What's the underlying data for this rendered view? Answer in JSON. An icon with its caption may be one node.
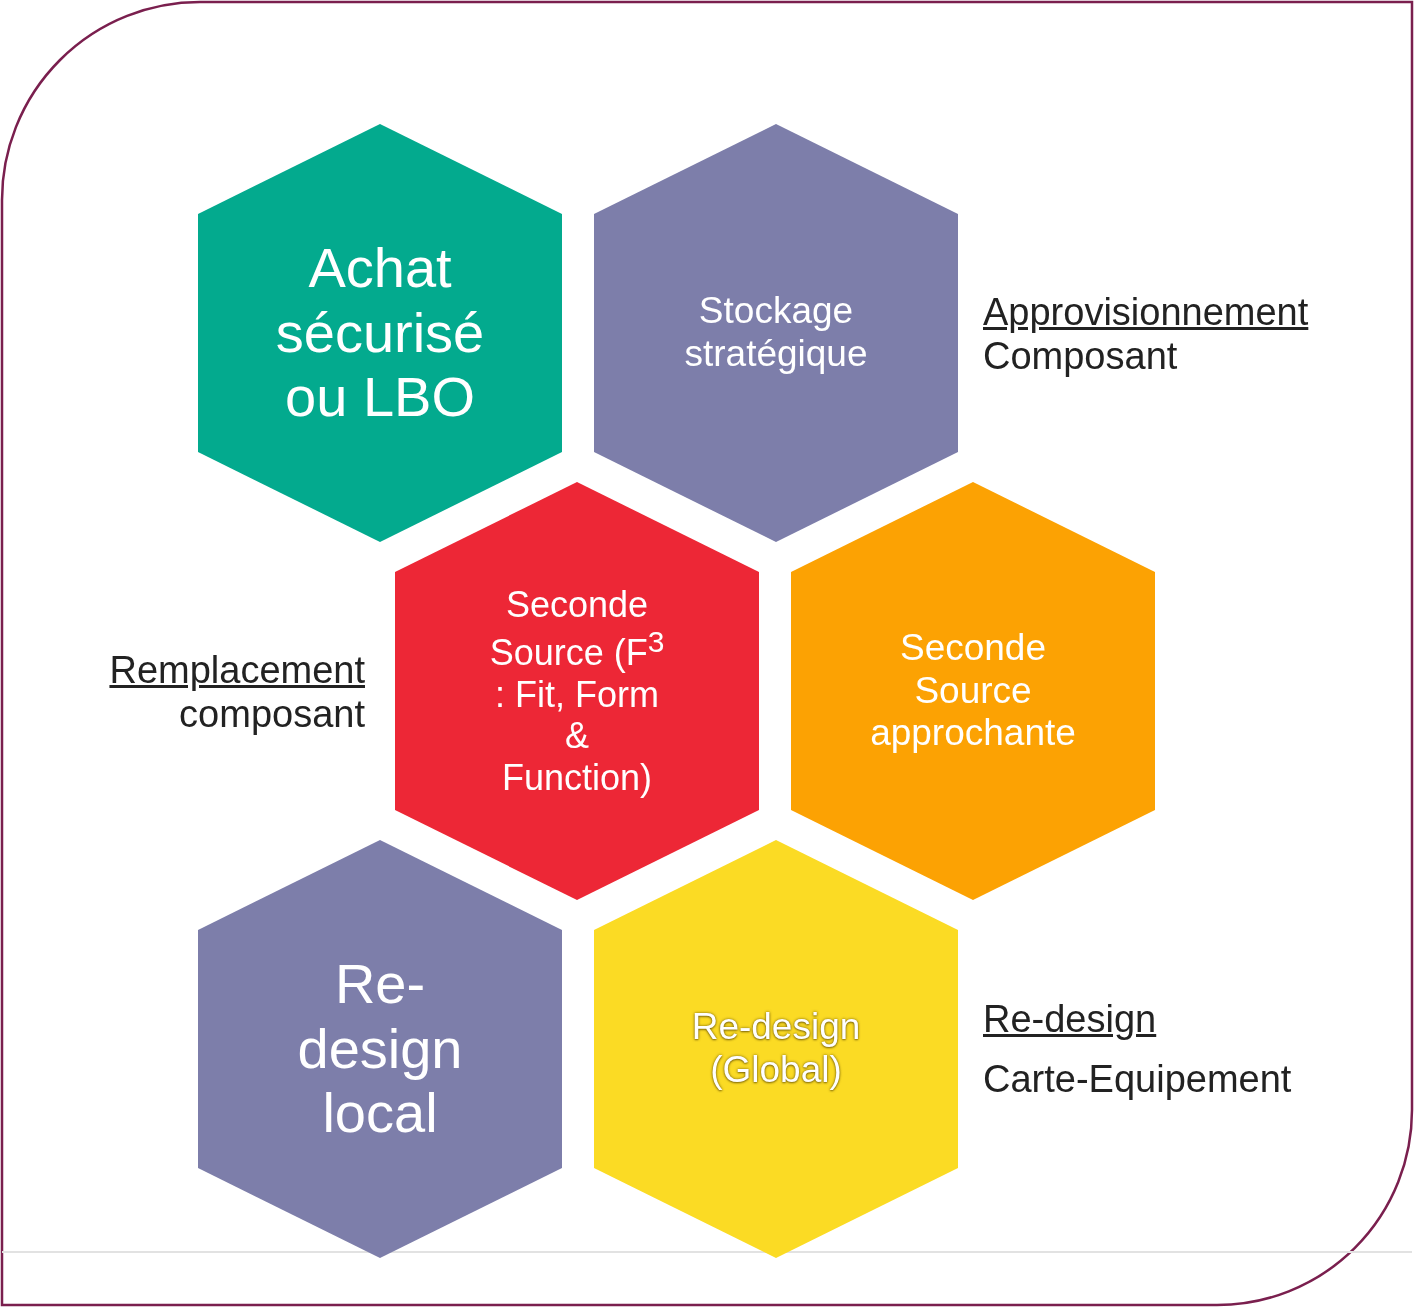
{
  "diagram": {
    "nodes": [
      {
        "text": [
          "Achat sécurisé ou LBO"
        ]
      },
      {
        "text": [
          "Stockage stratégique"
        ]
      },
      {
        "text": [
          "Seconde Source (F$^{3}$ : Fit, Form & Function)"
        ]
      },
      {
        "text": [
          "Seconde Source approchante"
        ]
      },
      {
        "text": [
          "Re-design local"
        ]
      },
      {
        "text": [
          "Re-design (Global)"
        ]
      }
    ],
    "edges": [],
    "labels": [
      "Approvisionnement",
      "Composant",
      "Remplacement",
      "composant",
      "Re-design",
      "Carte-Equipement"
    ]
  }
}
